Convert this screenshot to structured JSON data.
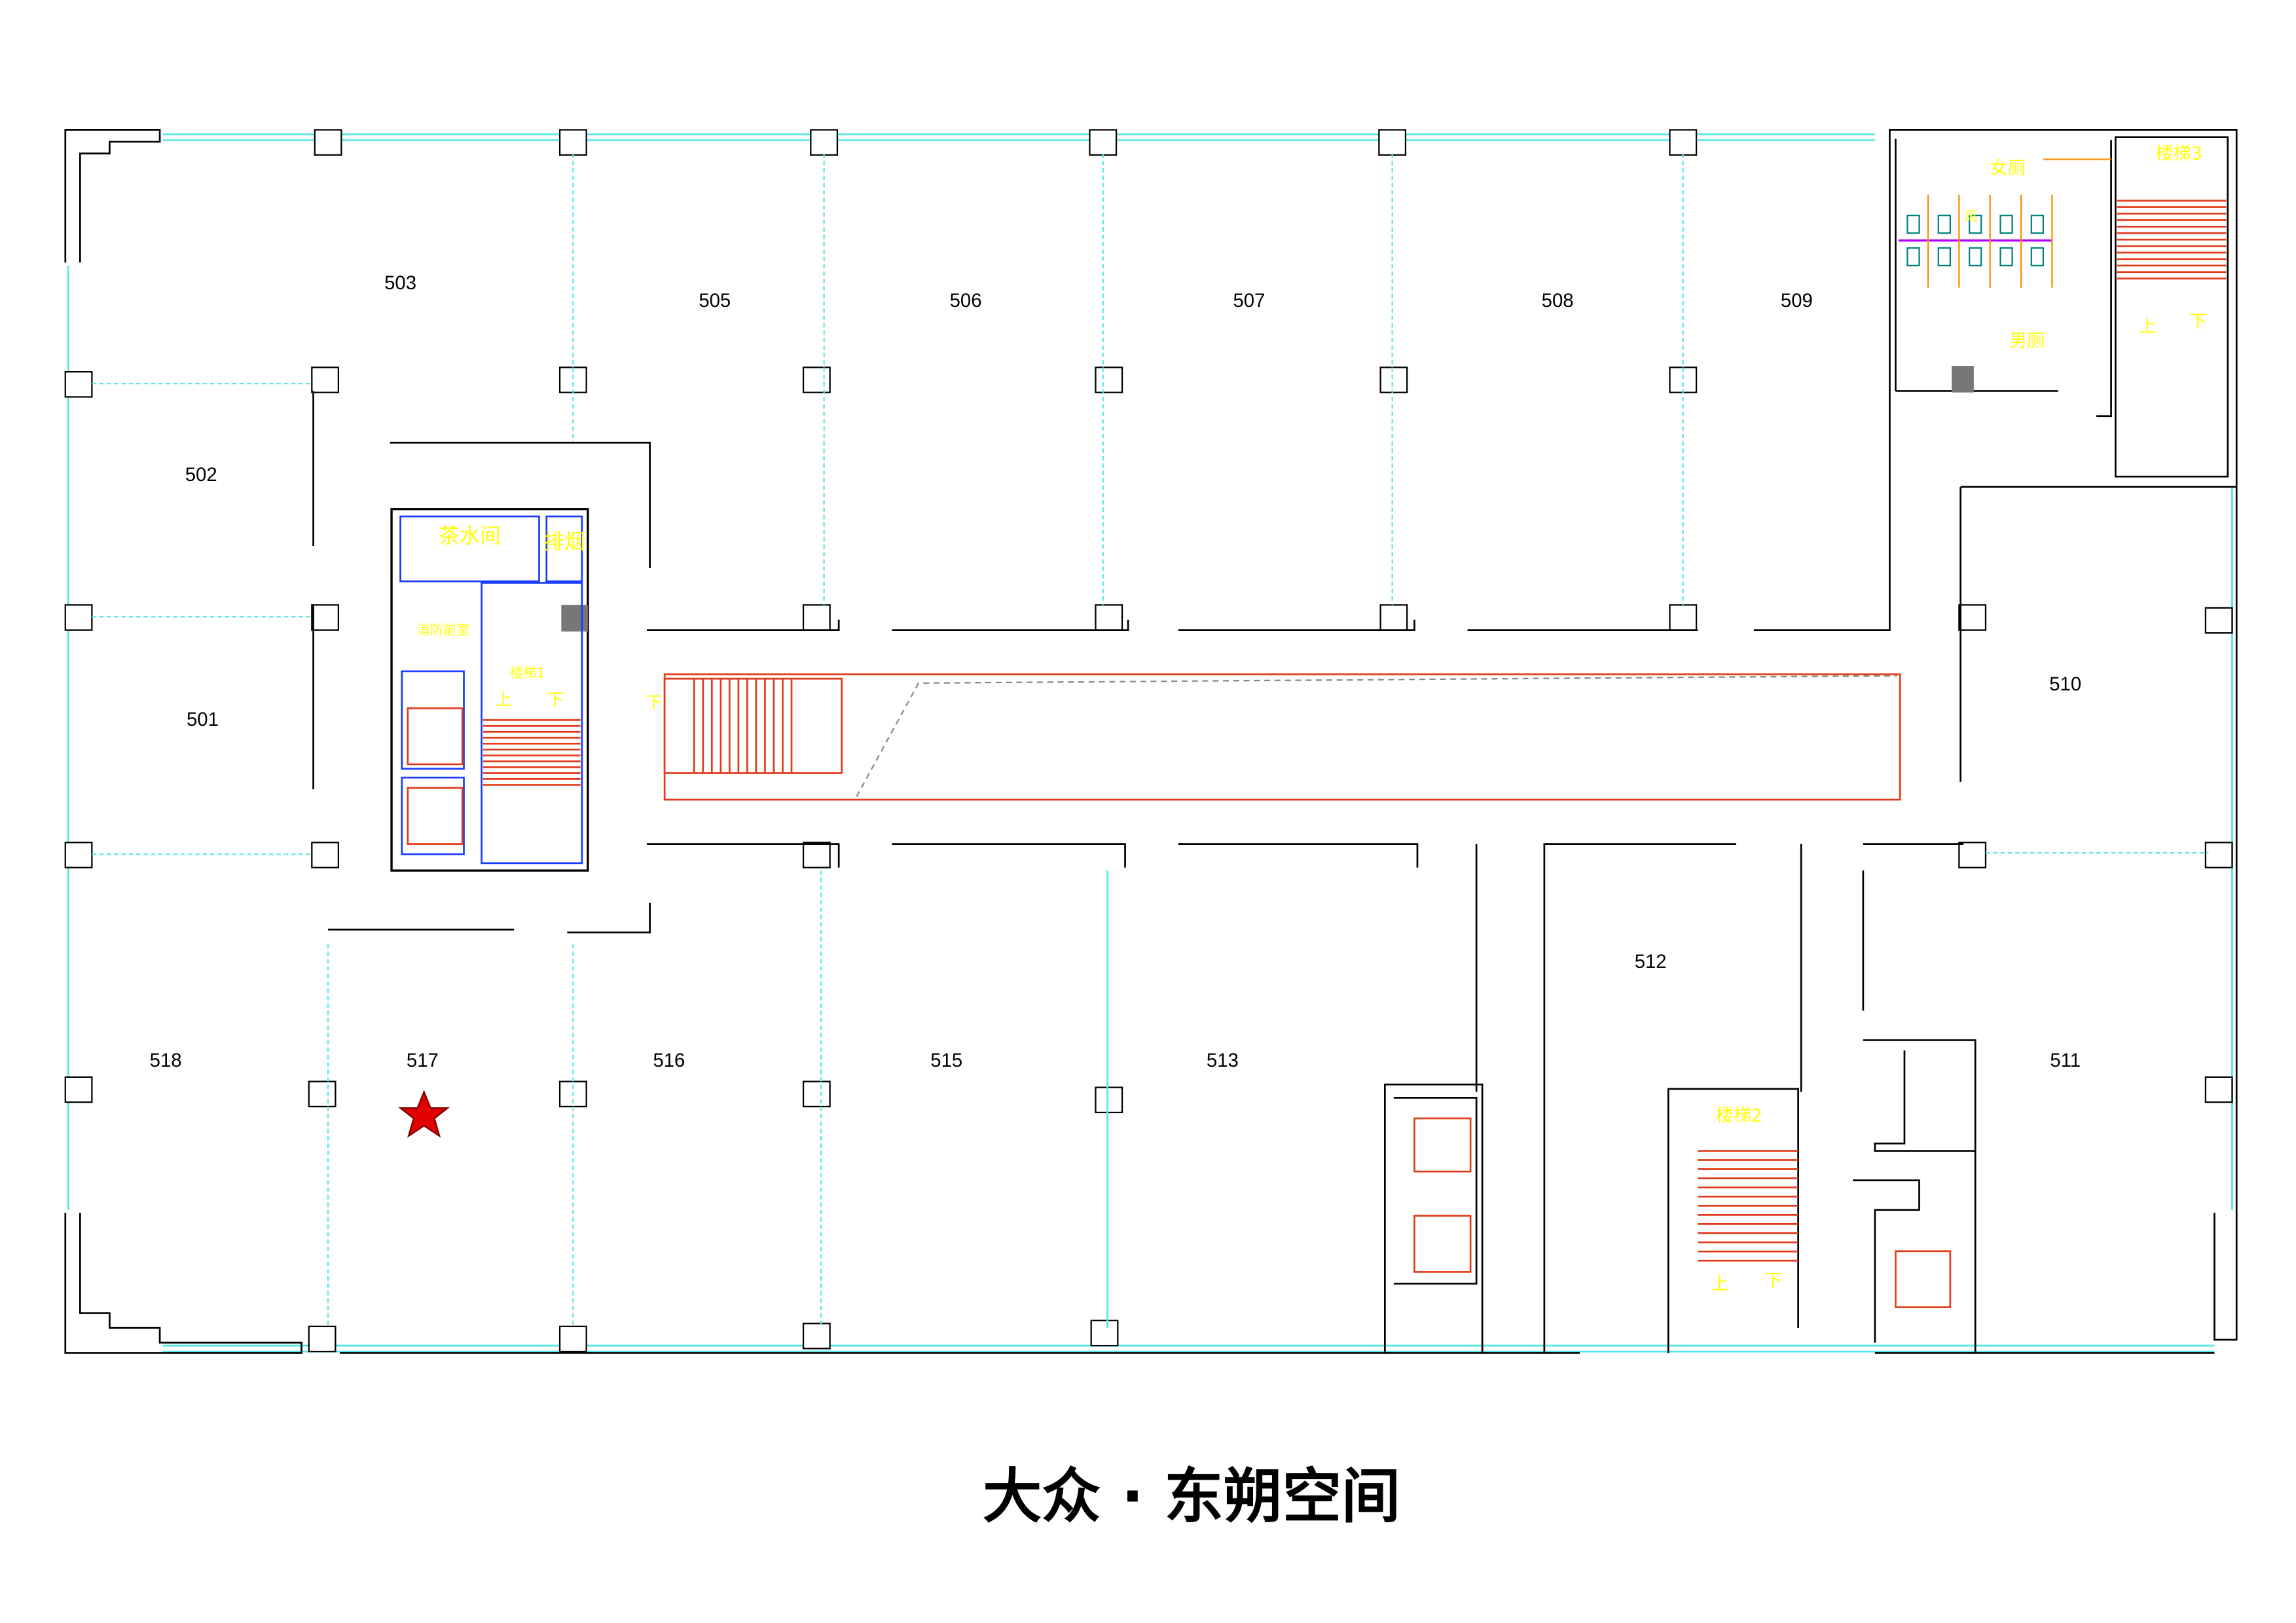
{
  "title": "大众 · 东朔空间",
  "rooms": {
    "r501": "501",
    "r502": "502",
    "r503": "503",
    "r505": "505",
    "r506": "506",
    "r507": "507",
    "r508": "508",
    "r509": "509",
    "r510": "510",
    "r511": "511",
    "r512": "512",
    "r513": "513",
    "r515": "515",
    "r516": "516",
    "r517": "517",
    "r518": "518"
  },
  "core_labels": {
    "tea_room": "茶水间",
    "smoke_exhaust": "排烟",
    "fire_lobby": "消防前室",
    "stair1": "楼梯1",
    "stair2": "楼梯2",
    "stair3": "楼梯3",
    "up": "上",
    "down": "下",
    "womens_wc": "女厕",
    "mens_wc": "男厕",
    "wind": "风"
  },
  "marker": {
    "icon": "star-icon",
    "room": "517",
    "color": "#e00000"
  },
  "colors": {
    "wall": "#000000",
    "glass": "#5ee6e6",
    "core": "#1a3cff",
    "stair": "#e23b1a",
    "label": "#ffff00"
  }
}
